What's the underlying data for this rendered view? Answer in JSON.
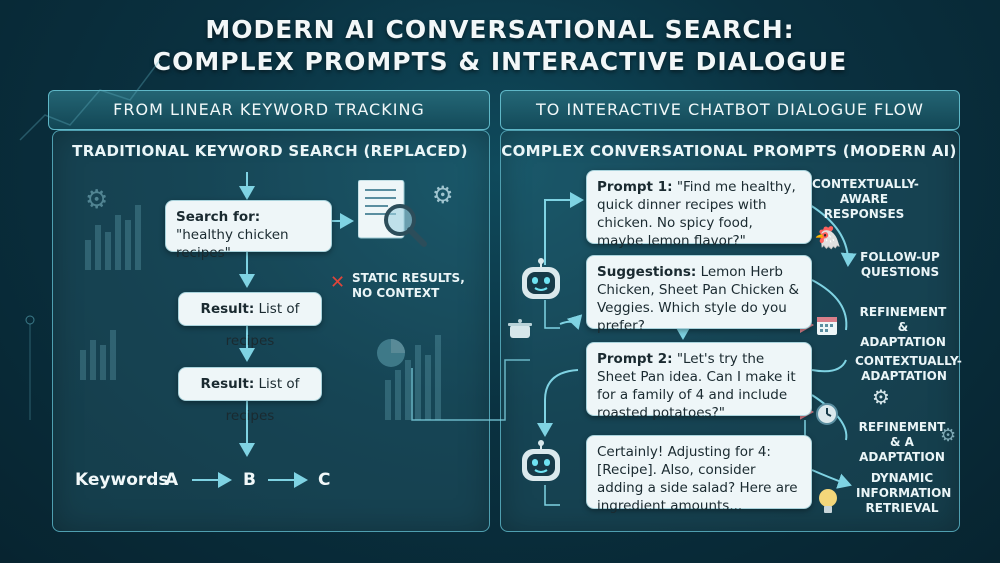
{
  "title": {
    "line1": "MODERN AI CONVERSATIONAL SEARCH:",
    "line2": "COMPLEX PROMPTS & INTERACTIVE DIALOGUE"
  },
  "left": {
    "banner": "FROM LINEAR KEYWORD TRACKING",
    "panel_title": "TRADITIONAL KEYWORD SEARCH (REPLACED)",
    "search_box": {
      "label": "Search for:",
      "query": "\"healthy chicken recipes\""
    },
    "static_note": {
      "line1": "STATIC RESULTS,",
      "line2": "NO CONTEXT"
    },
    "result1": {
      "label": "Result:",
      "text": "List of recipes"
    },
    "result2": {
      "label": "Result:",
      "text": "List of recipes"
    },
    "keywords": {
      "label": "Keywords",
      "a": "A",
      "b": "B",
      "c": "C"
    }
  },
  "right": {
    "banner": "TO INTERACTIVE CHATBOT DIALOGUE FLOW",
    "panel_title": "COMPLEX CONVERSATIONAL PROMPTS (MODERN AI)",
    "prompt1": {
      "label": "Prompt 1:",
      "text": "\"Find me healthy, quick dinner recipes with chicken. No spicy food, maybe lemon flavor?\""
    },
    "suggestions": {
      "label": "Suggestions:",
      "text": "Lemon Herb Chicken, Sheet Pan Chicken & Veggies. Which style do you prefer?"
    },
    "prompt2": {
      "label": "Prompt 2:",
      "text": "\"Let's try the Sheet Pan idea. Can I make it for a family of 4 and include roasted potatoes?\""
    },
    "answer": {
      "text": "Certainly! Adjusting for 4: [Recipe]. Also, consider adding a side salad? Here are ingredient amounts..."
    },
    "side_labels": {
      "s1": "CONTEXTUALLY-AWARE RESPONSES",
      "s2": "FOLLOW-UP QUESTIONS",
      "s3": "REFINEMENT & ADAPTATION",
      "s4": "CONTEXTUALLY-ADAPTATION",
      "s5": "REFINEMENT & A ADAPTATION",
      "s6": "DYNAMIC INFORMATION RETRIEVAL"
    }
  },
  "colors": {
    "background": "#0a3140",
    "panel_border": "#4f9fb0",
    "box": "#eef6f8",
    "arrow": "#7fd3e3",
    "cross": "#e0453a"
  },
  "icons": [
    "search-document-icon",
    "gear-icon",
    "robot-icon",
    "cooking-pot-icon",
    "chicken-icon",
    "calendar-icon",
    "clock-icon",
    "lightbulb-icon",
    "pie-chart-icon"
  ]
}
